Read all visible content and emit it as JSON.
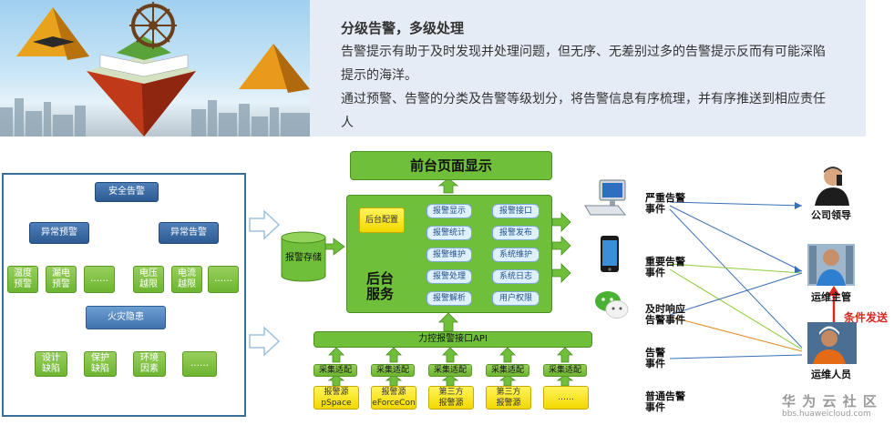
{
  "banner": {
    "title": "分级告警，多级处理",
    "line1": "告警提示有助于及时发现并处理问题，但无序、无差别过多的告警提示反而有可能深陷",
    "line2": "提示的海洋。",
    "line3": "通过预警、告警的分类及告警等级划分，将告警信息有序梳理，并有序推送到相应责任",
    "line4": "人"
  },
  "left_tree": {
    "root": "安全告警",
    "abnormal_warning": "异常预警",
    "abnormal_alarm": "异常告警",
    "temp_warning": "温度\n预警",
    "leak_warning": "漏电\n预警",
    "dots": "……",
    "voltage_limit": "电压\n越限",
    "current_limit": "电流\n越限",
    "fire_hazard": "火灾隐患",
    "design_defect": "设计\n缺陷",
    "protect_defect": "保护\n缺陷",
    "env_factor": "环境\n因素"
  },
  "center": {
    "frontend": "前台页面显示",
    "storage": "报警存储",
    "backend_config": "后台配置",
    "backend_service": "后台\n服务",
    "funcs_left": [
      "报警显示",
      "报警统计",
      "报警维护",
      "报警处理",
      "报警解析"
    ],
    "funcs_right": [
      "报警接口",
      "报警发布",
      "系统维护",
      "系统日志",
      "用户权限"
    ],
    "api": "力控报警接口API",
    "adapter": "采集适配",
    "sources": [
      "报警源\npSpace",
      "报警源\neForceCon",
      "第三方\n报警源",
      "第三方\n报警源",
      "……"
    ]
  },
  "right": {
    "events": [
      "严重告警\n事件",
      "重要告警\n事件",
      "及时响应\n告警事件",
      "告警\n事件",
      "普通告警\n事件"
    ],
    "roles": [
      "公司领导",
      "运维主管",
      "运维人员"
    ],
    "condition_send": "条件发送"
  },
  "watermark": {
    "brand": "华 为 云 社 区",
    "url": "bbs.huaweicloud.com"
  },
  "colors": {
    "green": "#6fbf3a",
    "blue": "#3f72ae",
    "yellow": "#f2d800",
    "red": "#d6281e"
  }
}
